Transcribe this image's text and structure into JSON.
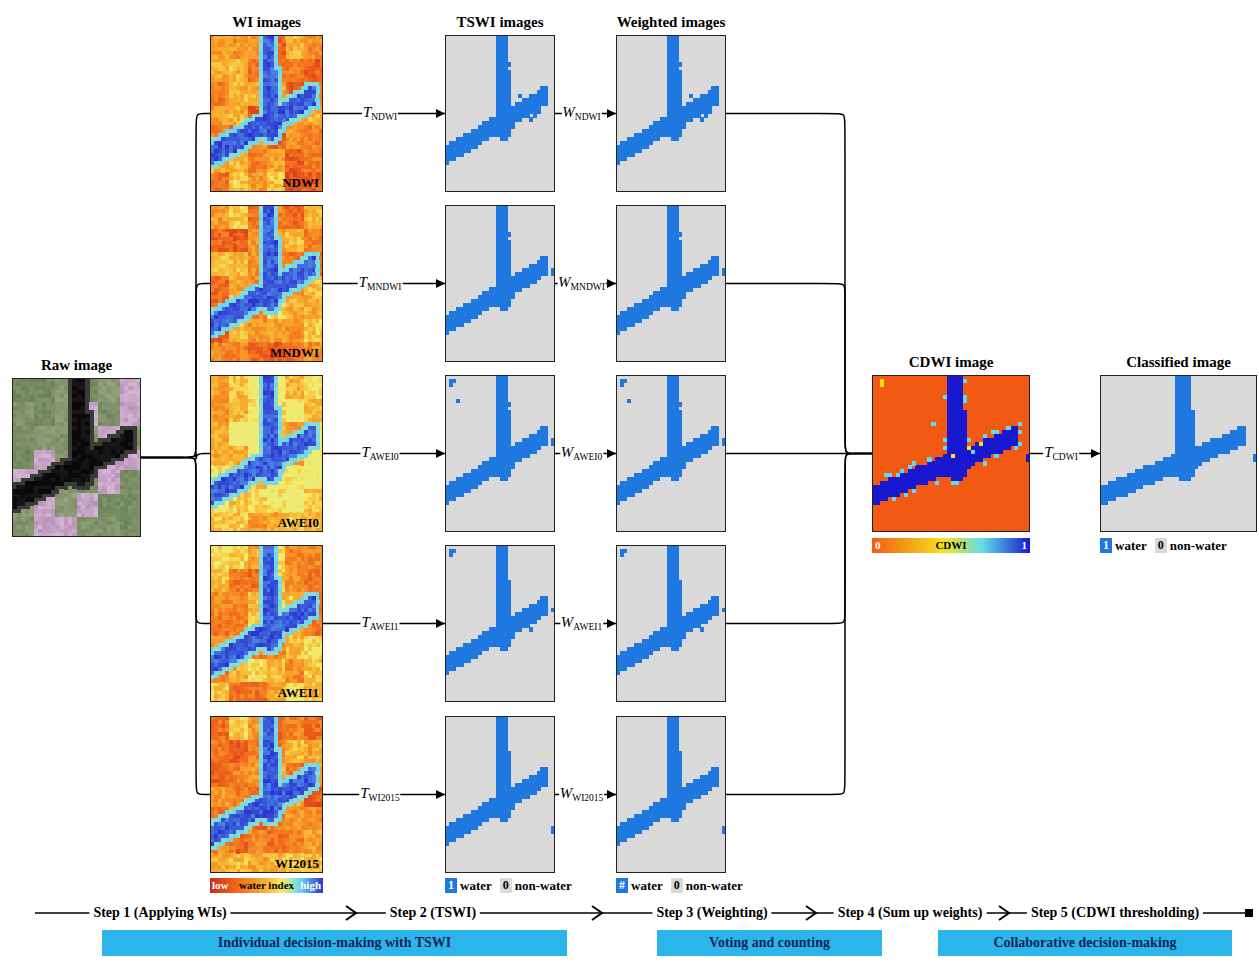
{
  "diagram": {
    "nodes": [
      {
        "text": [
          "Raw image"
        ]
      },
      {
        "text": [
          "WI images",
          "NDWI"
        ]
      },
      {
        "text": [
          "MNDWI"
        ]
      },
      {
        "text": [
          "AWEI0"
        ]
      },
      {
        "text": [
          "AWEI1"
        ]
      },
      {
        "text": [
          "WI2015"
        ]
      },
      {
        "text": [
          "TSWI images"
        ]
      },
      {
        "text": []
      },
      {
        "text": []
      },
      {
        "text": []
      },
      {
        "text": []
      },
      {
        "text": [
          "Weighted images"
        ]
      },
      {
        "text": []
      },
      {
        "text": []
      },
      {
        "text": []
      },
      {
        "text": []
      },
      {
        "text": [
          "CDWI image"
        ]
      },
      {
        "text": [
          "Classified image"
        ]
      },
      {
        "text": [
          "Individual decision-making with TSWI"
        ]
      },
      {
        "text": [
          "Voting and counting"
        ]
      },
      {
        "text": [
          "Collaborative decision-making"
        ]
      }
    ],
    "edges": [
      {
        "from": 0,
        "to": 1,
        "arrow": "none"
      },
      {
        "from": 0,
        "to": 2,
        "arrow": "none"
      },
      {
        "from": 0,
        "to": 3,
        "arrow": "none"
      },
      {
        "from": 0,
        "to": 4,
        "arrow": "none"
      },
      {
        "from": 0,
        "to": 5,
        "arrow": "none"
      },
      {
        "from": 1,
        "to": 6,
        "label": "TNDWI",
        "arrow": "to"
      },
      {
        "from": 2,
        "to": 7,
        "label": "TMNDWI",
        "arrow": "to"
      },
      {
        "from": 3,
        "to": 8,
        "label": "TAWEI0",
        "arrow": "to"
      },
      {
        "from": 4,
        "to": 9,
        "label": "TAWEI1",
        "arrow": "to"
      },
      {
        "from": 5,
        "to": 10,
        "label": "TWI2015",
        "arrow": "to"
      },
      {
        "from": 6,
        "to": 11,
        "label": "WNDWI",
        "arrow": "to"
      },
      {
        "from": 7,
        "to": 12,
        "label": "WMNDWI",
        "arrow": "to"
      },
      {
        "from": 8,
        "to": 13,
        "label": "WAWEI0",
        "arrow": "to"
      },
      {
        "from": 9,
        "to": 14,
        "label": "WAWEI1",
        "arrow": "to"
      },
      {
        "from": 10,
        "to": 15,
        "label": "WWI2015",
        "arrow": "to"
      },
      {
        "from": 11,
        "to": 16,
        "arrow": "none"
      },
      {
        "from": 12,
        "to": 16,
        "arrow": "none"
      },
      {
        "from": 13,
        "to": 16,
        "arrow": "none"
      },
      {
        "from": 14,
        "to": 16,
        "arrow": "none"
      },
      {
        "from": 15,
        "to": 16,
        "arrow": "none"
      },
      {
        "from": 16,
        "to": 17,
        "label": "TCDWI",
        "arrow": "to"
      }
    ],
    "labels": [
      "low",
      "water index",
      "high",
      "1",
      "0",
      "#",
      "0",
      "0",
      "CDWI",
      "1",
      "1",
      "0",
      "Step 1 (Applying WIs)",
      "Step 2 (TSWI)",
      "Step 3 (Weighting)",
      "Step 4 (Sum up weights)",
      "Step 5 (CDWI thresholding)"
    ],
    "legend": [
      {
        "text": "water",
        "color": "#1f78e0"
      },
      {
        "text": "non-water",
        "color": "#d9d9d9"
      },
      {
        "text": "water",
        "color": "#1f78e0"
      },
      {
        "text": "non-water",
        "color": "#d9d9d9"
      },
      {
        "text": "water",
        "color": "#1f78e0"
      },
      {
        "text": "non-water",
        "color": "#d9d9d9"
      }
    ]
  }
}
